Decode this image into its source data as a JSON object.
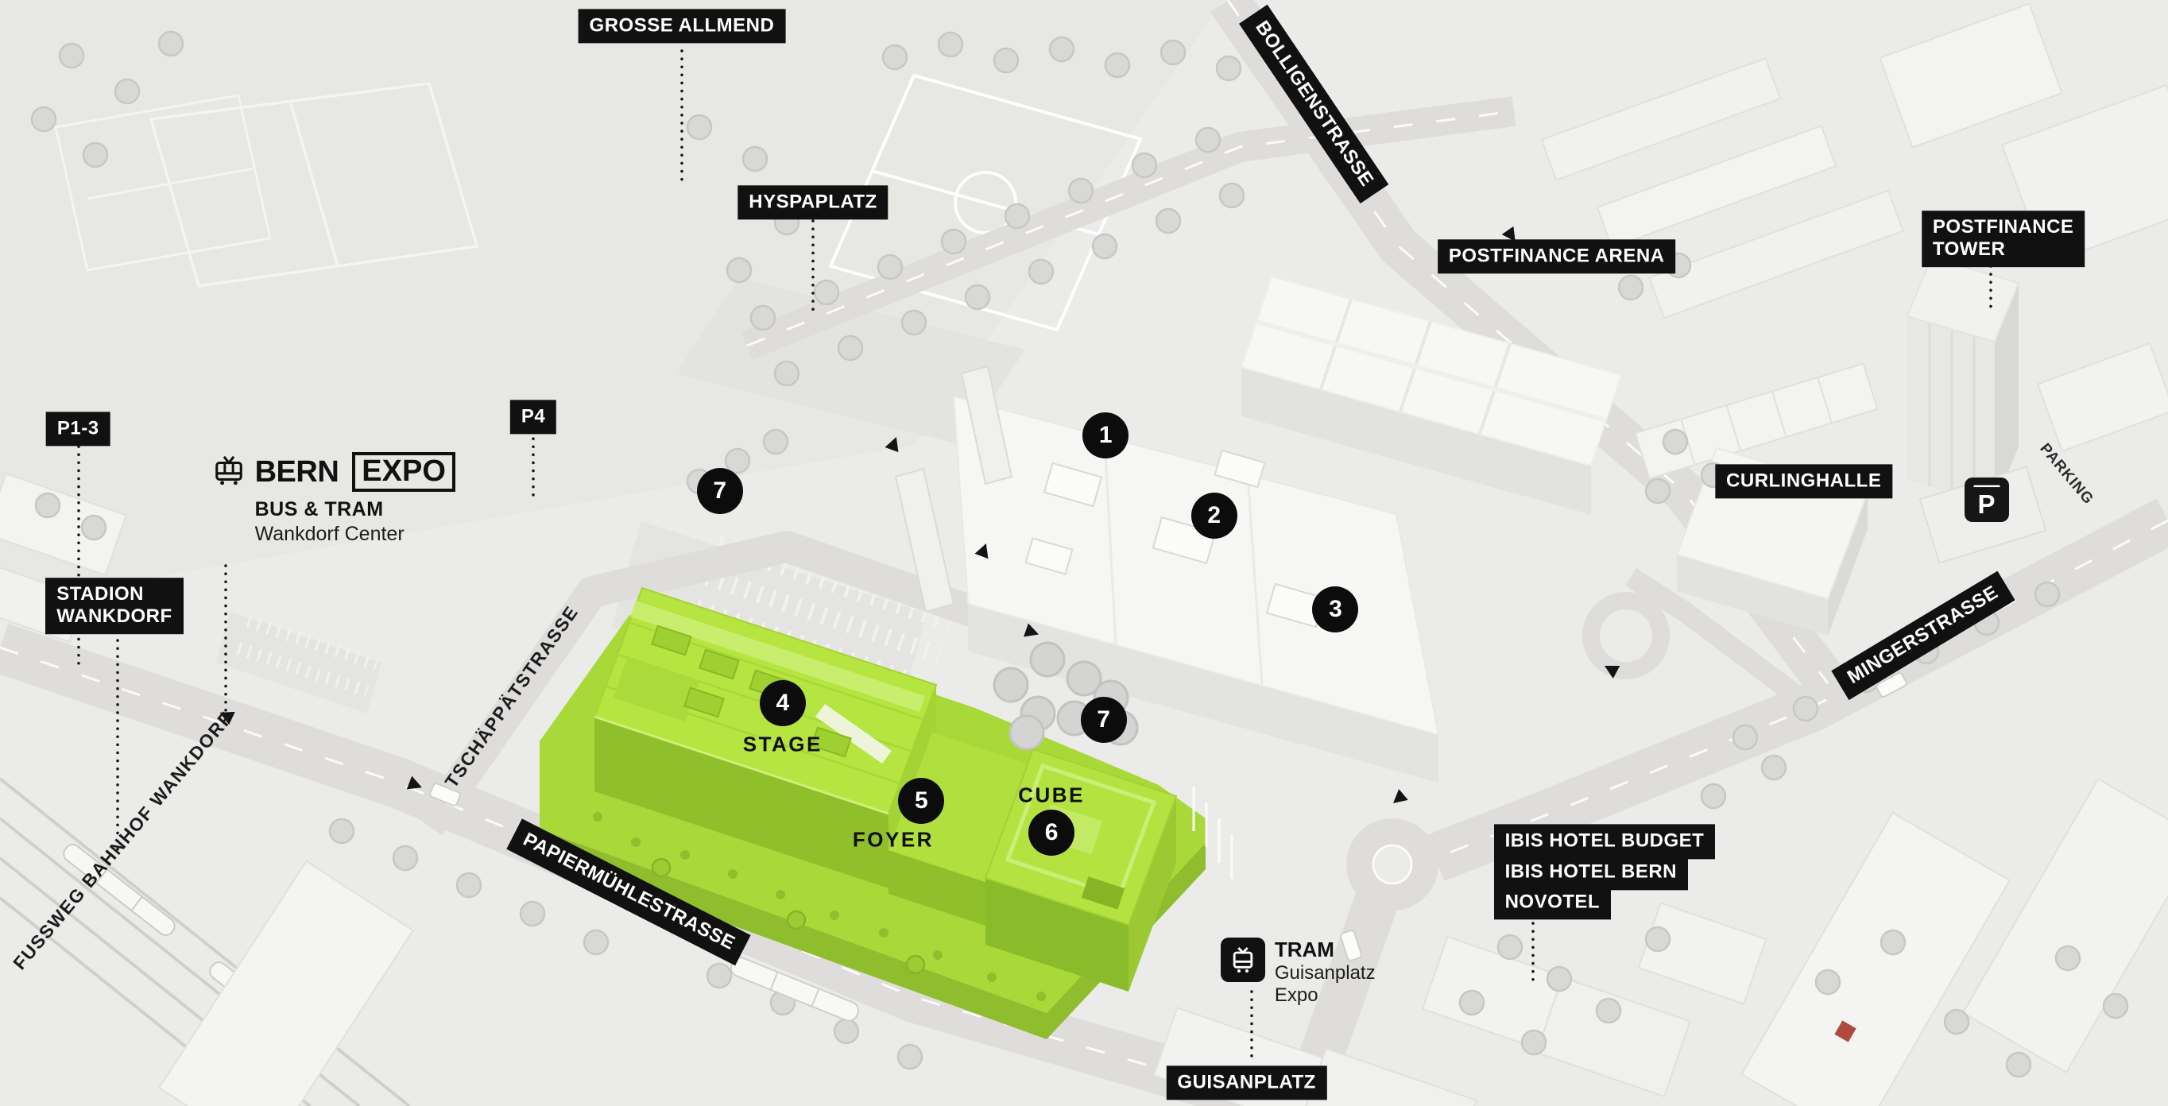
{
  "colors": {
    "highlight_green": "#b6e440",
    "highlight_green_dark": "#8fc02c",
    "chip_bg": "#111111",
    "chip_text": "#ffffff",
    "marker_bg": "#0c0c0c",
    "map_bg": "#ebebe9"
  },
  "chips": [
    {
      "id": "grosse-allmend",
      "label": "GROSSE ALLMEND"
    },
    {
      "id": "hyspaplatz",
      "label": "HYSPAPLATZ"
    },
    {
      "id": "bolligenstrasse",
      "label": "BOLLIGENSTRASSE"
    },
    {
      "id": "postfinance-arena",
      "label": "POSTFINANCE ARENA"
    },
    {
      "id": "postfinance-tower",
      "line1": "POSTFINANCE",
      "line2": "TOWER"
    },
    {
      "id": "curlinghalle",
      "label": "CURLINGHALLE"
    },
    {
      "id": "mingerstrasse",
      "label": "MINGERSTRASSE"
    },
    {
      "id": "p1-3",
      "label": "P1-3"
    },
    {
      "id": "p4",
      "label": "P4"
    },
    {
      "id": "stadion-wankdorf",
      "line1": "STADION",
      "line2": "WANKDORF"
    },
    {
      "id": "papiermuehlestrasse",
      "label": "PAPIERMÜHLESTRASSE"
    },
    {
      "id": "ibis-hotel-budget",
      "label": "IBIS HOTEL BUDGET"
    },
    {
      "id": "ibis-hotel-bern",
      "label": "IBIS HOTEL BERN"
    },
    {
      "id": "novotel",
      "label": "NOVOTEL"
    },
    {
      "id": "guisanplatz",
      "label": "GUISANPLATZ"
    }
  ],
  "street_texts": [
    {
      "id": "tschaeppaetstrasse",
      "label": "TSCHÄPPÄTSTRASSE"
    },
    {
      "id": "fussweg-bahnhof-wankdorf",
      "label": "FUSSWEG BAHNHOF WANKDORF"
    },
    {
      "id": "parking",
      "label": "PARKING"
    }
  ],
  "markers": [
    {
      "number": "1"
    },
    {
      "number": "2"
    },
    {
      "number": "3"
    },
    {
      "number": "4"
    },
    {
      "number": "5"
    },
    {
      "number": "6"
    },
    {
      "number": "7"
    },
    {
      "number": "7"
    }
  ],
  "venue_labels": [
    {
      "id": "stage",
      "label": "STAGE"
    },
    {
      "id": "foyer",
      "label": "FOYER"
    },
    {
      "id": "cube",
      "label": "CUBE"
    }
  ],
  "bernexpo": {
    "brand_bern": "BERN",
    "brand_expo": "EXPO",
    "line1": "BUS & TRAM",
    "line2": "Wankdorf Center"
  },
  "tram_stop": {
    "line1": "TRAM",
    "line2": "Guisanplatz",
    "line3": "Expo"
  },
  "parking_icon": {
    "letter": "P"
  }
}
